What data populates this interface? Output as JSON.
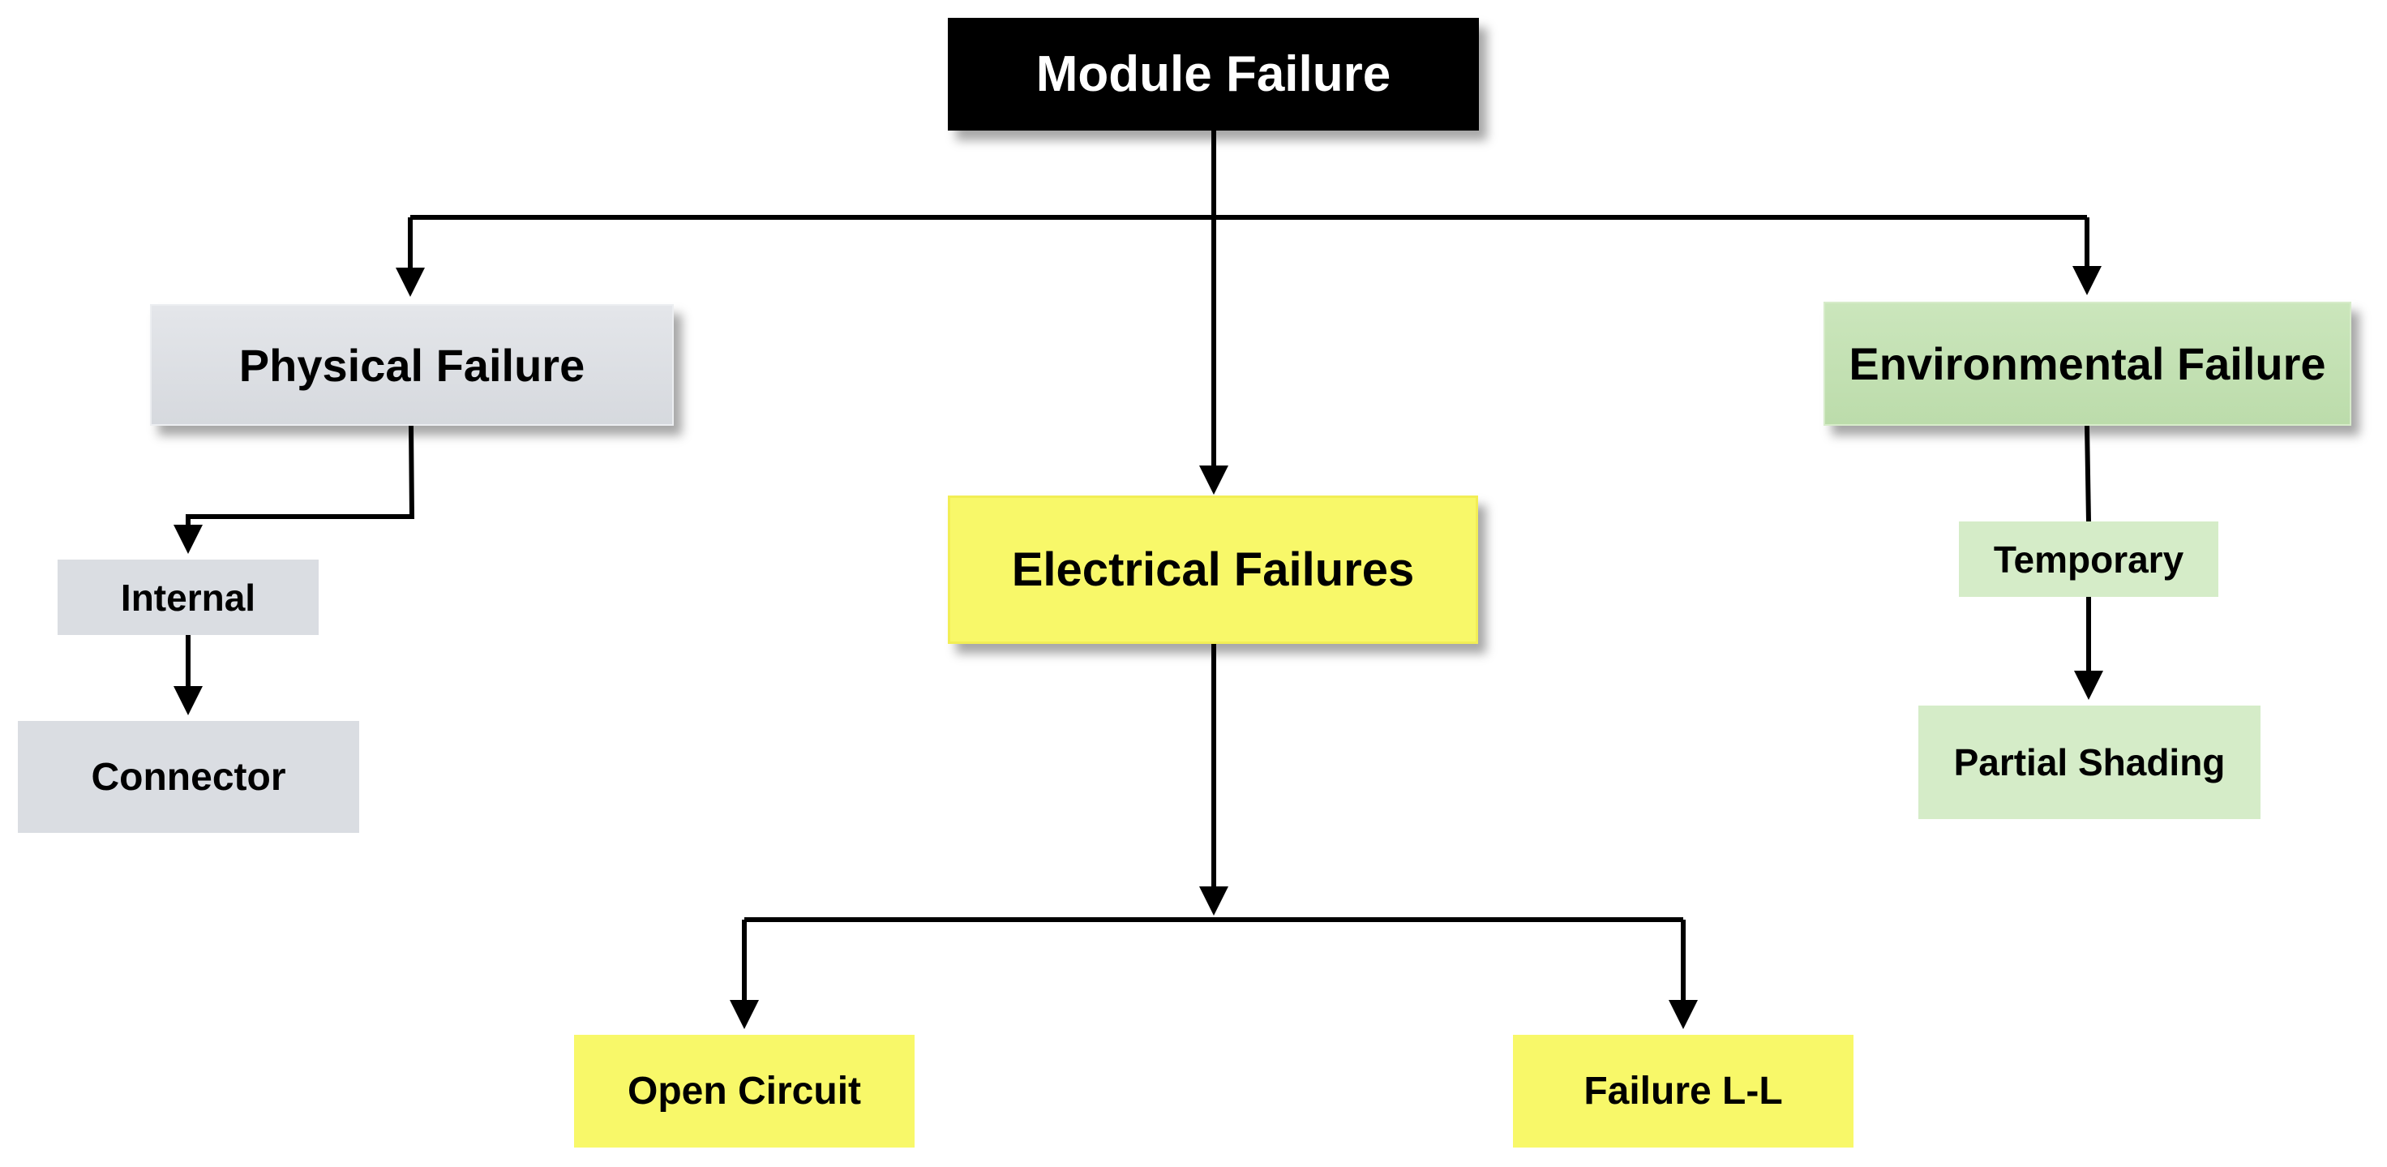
{
  "diagram": {
    "root": {
      "label": "Module Failure",
      "fill": "#000000",
      "text_color": "#ffffff"
    },
    "physical": {
      "label": "Physical Failure",
      "fill": "#dadde2",
      "children": {
        "internal": {
          "label": "Internal",
          "fill": "#dadde2"
        },
        "connector": {
          "label": "Connector",
          "fill": "#dadde2"
        }
      }
    },
    "electrical": {
      "label": "Electrical Failures",
      "fill": "#f8f869",
      "children": {
        "open_circuit": {
          "label": "Open Circuit",
          "fill": "#f8f869"
        },
        "failure_ll": {
          "label": "Failure L-L",
          "fill": "#f8f869"
        }
      }
    },
    "environmental": {
      "label": "Environmental Failure",
      "fill": "#c3e1b2",
      "children": {
        "temporary": {
          "label": "Temporary",
          "fill": "#d5ecc8"
        },
        "partial_shading": {
          "label": "Partial Shading",
          "fill": "#d5ecc8"
        }
      }
    },
    "connector_color": "#000000"
  }
}
